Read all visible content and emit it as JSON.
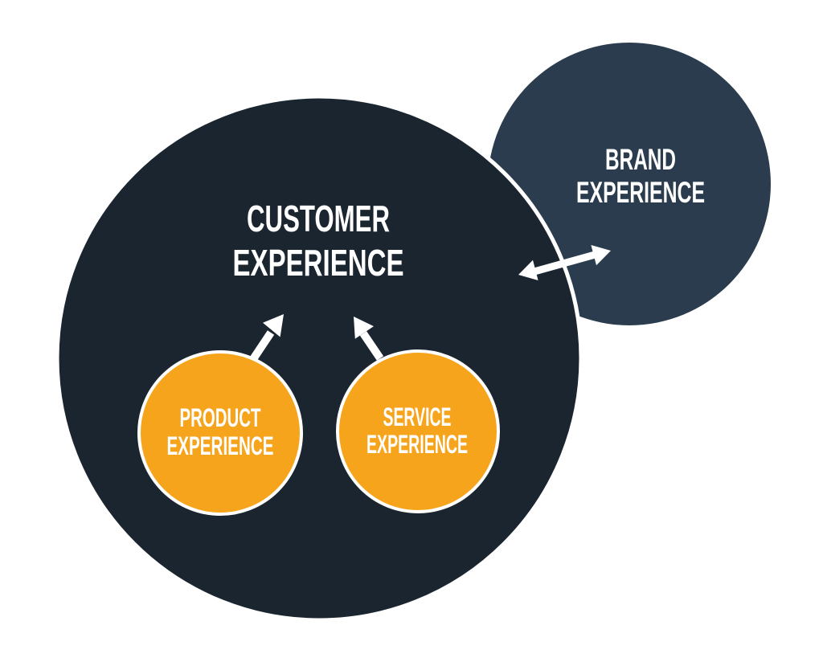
{
  "diagram": {
    "background": "#ffffff",
    "label_color": "#ffffff",
    "arrow_color": "#ffffff",
    "border_color": "#ffffff",
    "customer": {
      "line1": "CUSTOMER",
      "line2": "EXPERIENCE",
      "fill": "#1a2530"
    },
    "brand": {
      "line1": "BRAND",
      "line2": "EXPERIENCE",
      "fill": "#2a3c4e"
    },
    "product": {
      "line1": "PRODUCT",
      "line2": "EXPERIENCE",
      "fill": "#f7a41d"
    },
    "service": {
      "line1": "SERVICE",
      "line2": "EXPERIENCE",
      "fill": "#f7a41d"
    }
  }
}
